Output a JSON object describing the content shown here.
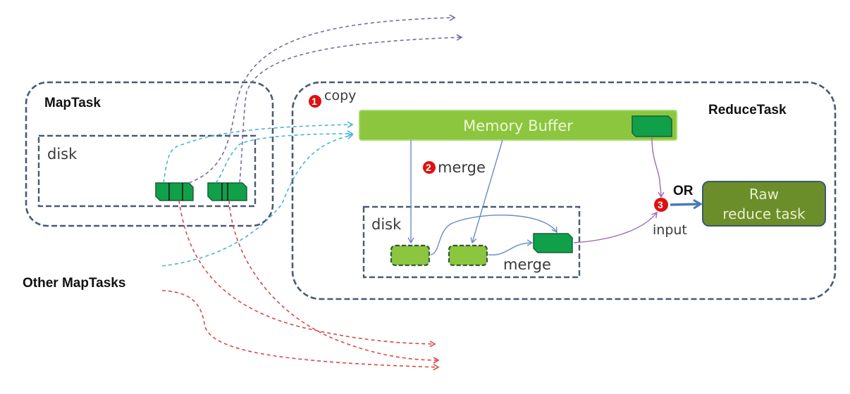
{
  "diagram": {
    "map_task": {
      "title": "MapTask",
      "disk_label": "disk"
    },
    "other_map_tasks": {
      "label": "Other MapTasks"
    },
    "reduce_task": {
      "title": "ReduceTask",
      "steps": [
        {
          "number": "1",
          "label": "copy"
        },
        {
          "number": "2",
          "label": "merge"
        },
        {
          "number": "3",
          "label": "input"
        }
      ],
      "memory_buffer": {
        "label": "Memory Buffer"
      },
      "disk_label": "disk",
      "disk_merge_label": "merge",
      "or_label": "OR",
      "raw_reduce_task": {
        "line1": "Raw",
        "line2": "reduce task"
      }
    },
    "colors": {
      "container_border": "#4a5a72",
      "memory_buffer": "#8cc63f",
      "segment_dark": "#10a04a",
      "segment_light": "#8cc63f",
      "raw_reduce": "#6b8e2a",
      "badge": "#e01010",
      "copy_arrow": "#4ab4d8",
      "other_reducer_arrow_purple": "#7a6aa8",
      "other_reducer_arrow_red": "#d84a4a",
      "merge_arrow": "#6a8ac8",
      "input_arrow": "#9a6ab0",
      "output_arrow": "#4a7ab8"
    }
  }
}
